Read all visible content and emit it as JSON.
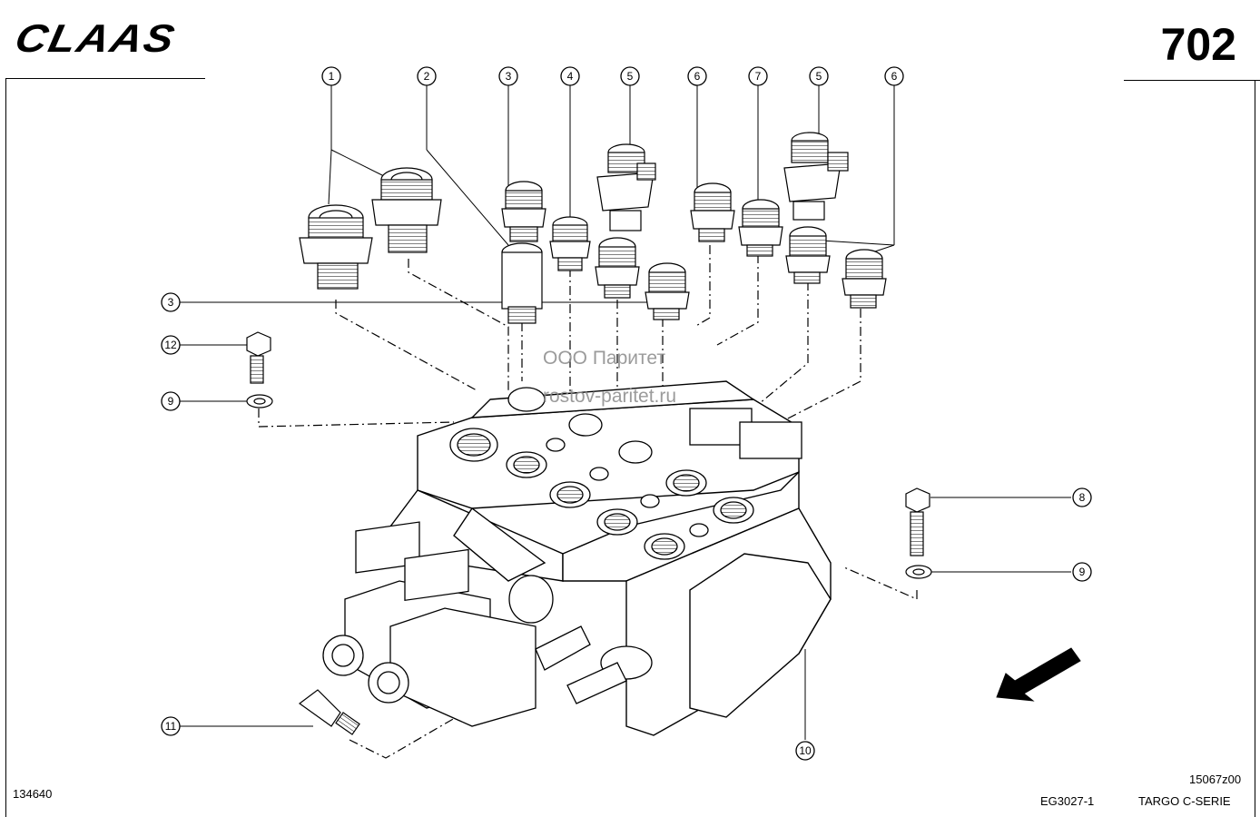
{
  "header": {
    "brand": "CLAAS",
    "page_number": "702"
  },
  "watermark": {
    "company": "ООО Паритет",
    "site": "rostov-paritet.ru"
  },
  "footer": {
    "drawing_id": "134640",
    "version": "15067z00",
    "ref_code": "EG3027-1",
    "series": "TARGO C-SERIE"
  },
  "callouts": [
    "1",
    "2",
    "3",
    "4",
    "5",
    "6",
    "7",
    "5",
    "6",
    "3",
    "12",
    "9",
    "8",
    "9",
    "11",
    "10"
  ],
  "colors": {
    "ink": "#000000",
    "watermark": "#8a8a8a",
    "background": "#ffffff"
  }
}
